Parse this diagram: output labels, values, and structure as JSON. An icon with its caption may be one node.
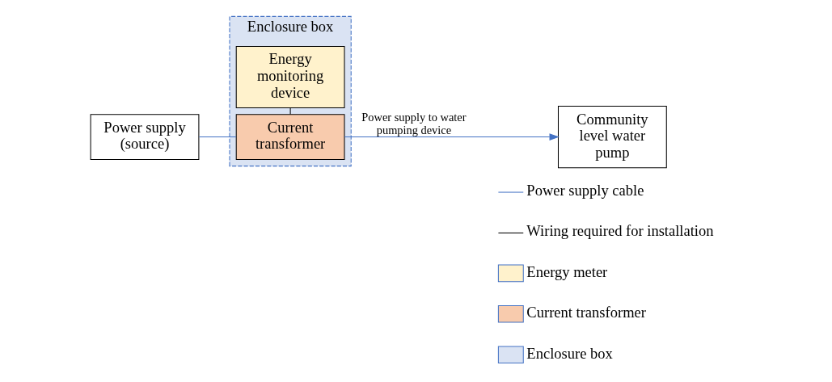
{
  "diagram": {
    "nodes": [
      {
        "text": [
          "Enclosure box"
        ]
      },
      {
        "text": [
          "Power supply (source)"
        ]
      },
      {
        "text": [
          "Current transformer"
        ],
        "in": 0
      },
      {
        "text": [
          "Energy monitoring device"
        ],
        "in": 0
      },
      {
        "text": [
          "Community level water pump"
        ]
      }
    ],
    "edges": [
      {
        "from": 1,
        "to": 2,
        "arrow": "none"
      },
      {
        "from": 2,
        "to": 4,
        "arrow": "to",
        "label": "Power supply to water pumping device"
      },
      {
        "from": 2,
        "to": 3,
        "arrow": "none",
        "color": "#000000"
      }
    ],
    "legend": [
      {
        "text": "Power supply cable"
      },
      {
        "text": "Wiring required for installation"
      },
      {
        "text": "Energy meter",
        "color": "#fff2cc"
      },
      {
        "text": "Current transformer",
        "color": "#f8cbad"
      },
      {
        "text": "Enclosure box",
        "color": "#dae3f3"
      }
    ]
  }
}
